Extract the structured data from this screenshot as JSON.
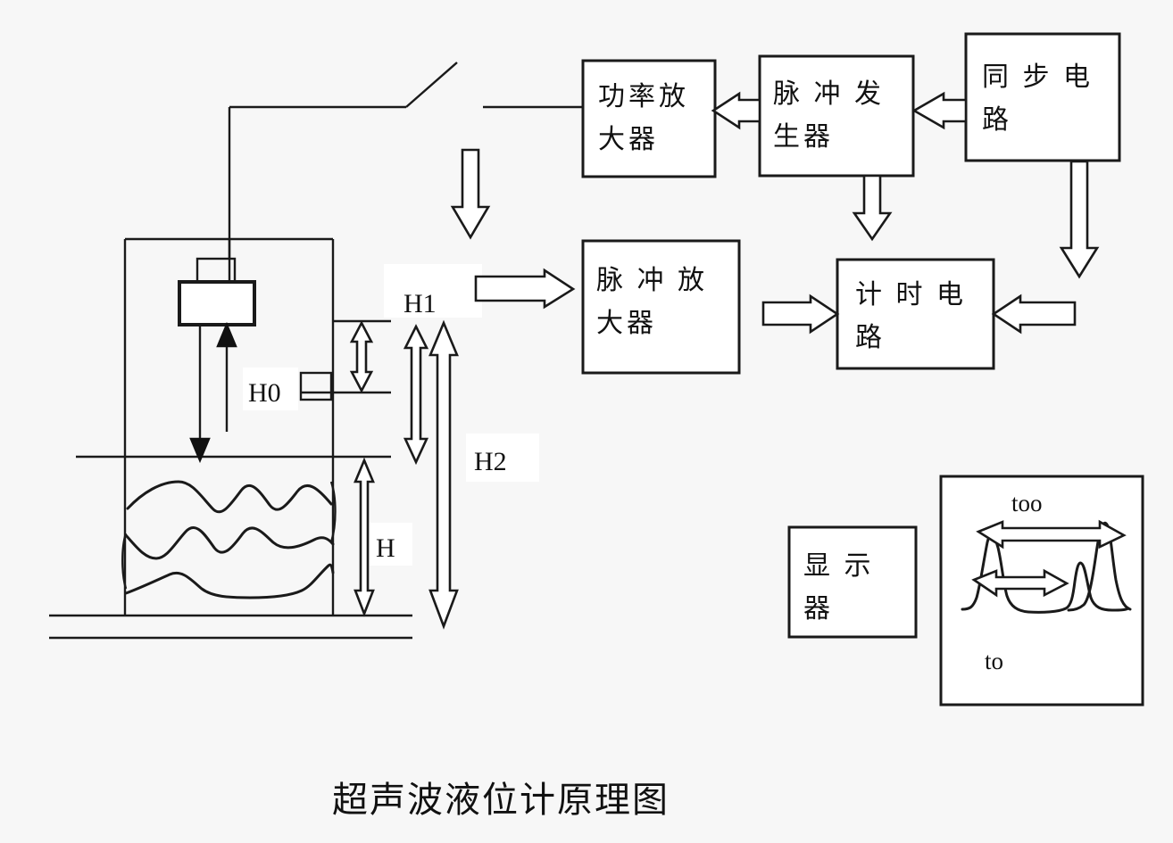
{
  "title": "超声波液位计原理图",
  "blocks": [
    {
      "id": "power-amplifier",
      "label": "功率放大器",
      "lines": [
        "功率放",
        "大器"
      ]
    },
    {
      "id": "pulse-generator",
      "label": "脉冲发生器",
      "lines": [
        "脉 冲 发",
        "生器"
      ]
    },
    {
      "id": "sync-circuit",
      "label": "同步电路",
      "lines": [
        "同 步 电",
        "路"
      ]
    },
    {
      "id": "pulse-amplifier",
      "label": "脉冲放大器",
      "lines": [
        "脉 冲 放",
        "大器"
      ]
    },
    {
      "id": "timing-circuit",
      "label": "计时电路",
      "lines": [
        "计 时 电",
        "路"
      ]
    },
    {
      "id": "display-unit",
      "label": "显示器",
      "lines": [
        "显   示",
        "器"
      ]
    }
  ],
  "dimensions": {
    "h0": "H0",
    "h1": "H1",
    "h2": "H2",
    "h": "H"
  },
  "waveform": {
    "long_interval": "too",
    "short_interval": "to"
  },
  "colors": {
    "background": "#f7f7f7",
    "stroke": "#1a1a1a",
    "fill": "#ffffff",
    "text": "#111111"
  }
}
